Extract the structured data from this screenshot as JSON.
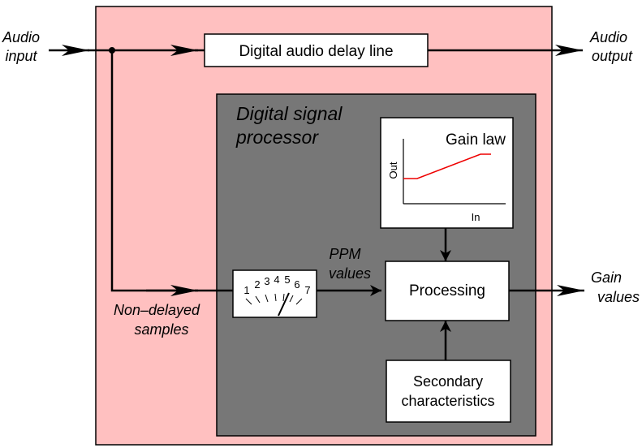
{
  "labels": {
    "audio_input_1": "Audio",
    "audio_input_2": "input",
    "audio_output_1": "Audio",
    "audio_output_2": "output",
    "delay_line": "Digital audio delay line",
    "dsp_1": "Digital signal",
    "dsp_2": "processor",
    "gain_law": "Gain law",
    "axis_out": "Out",
    "axis_in": "In",
    "ppm_1": "PPM",
    "ppm_2": "values",
    "processing": "Processing",
    "gain_values_1": "Gain",
    "gain_values_2": "values",
    "nondelayed_1": "Non–delayed",
    "nondelayed_2": "samples",
    "secondary_1": "Secondary",
    "secondary_2": "characteristics"
  },
  "meter_scale": [
    "1",
    "2",
    "3",
    "4",
    "5",
    "6",
    "7"
  ],
  "colors": {
    "outer_box": "#ffc0c0",
    "dsp_box": "#777777",
    "gain_curve": "#ee0000"
  }
}
